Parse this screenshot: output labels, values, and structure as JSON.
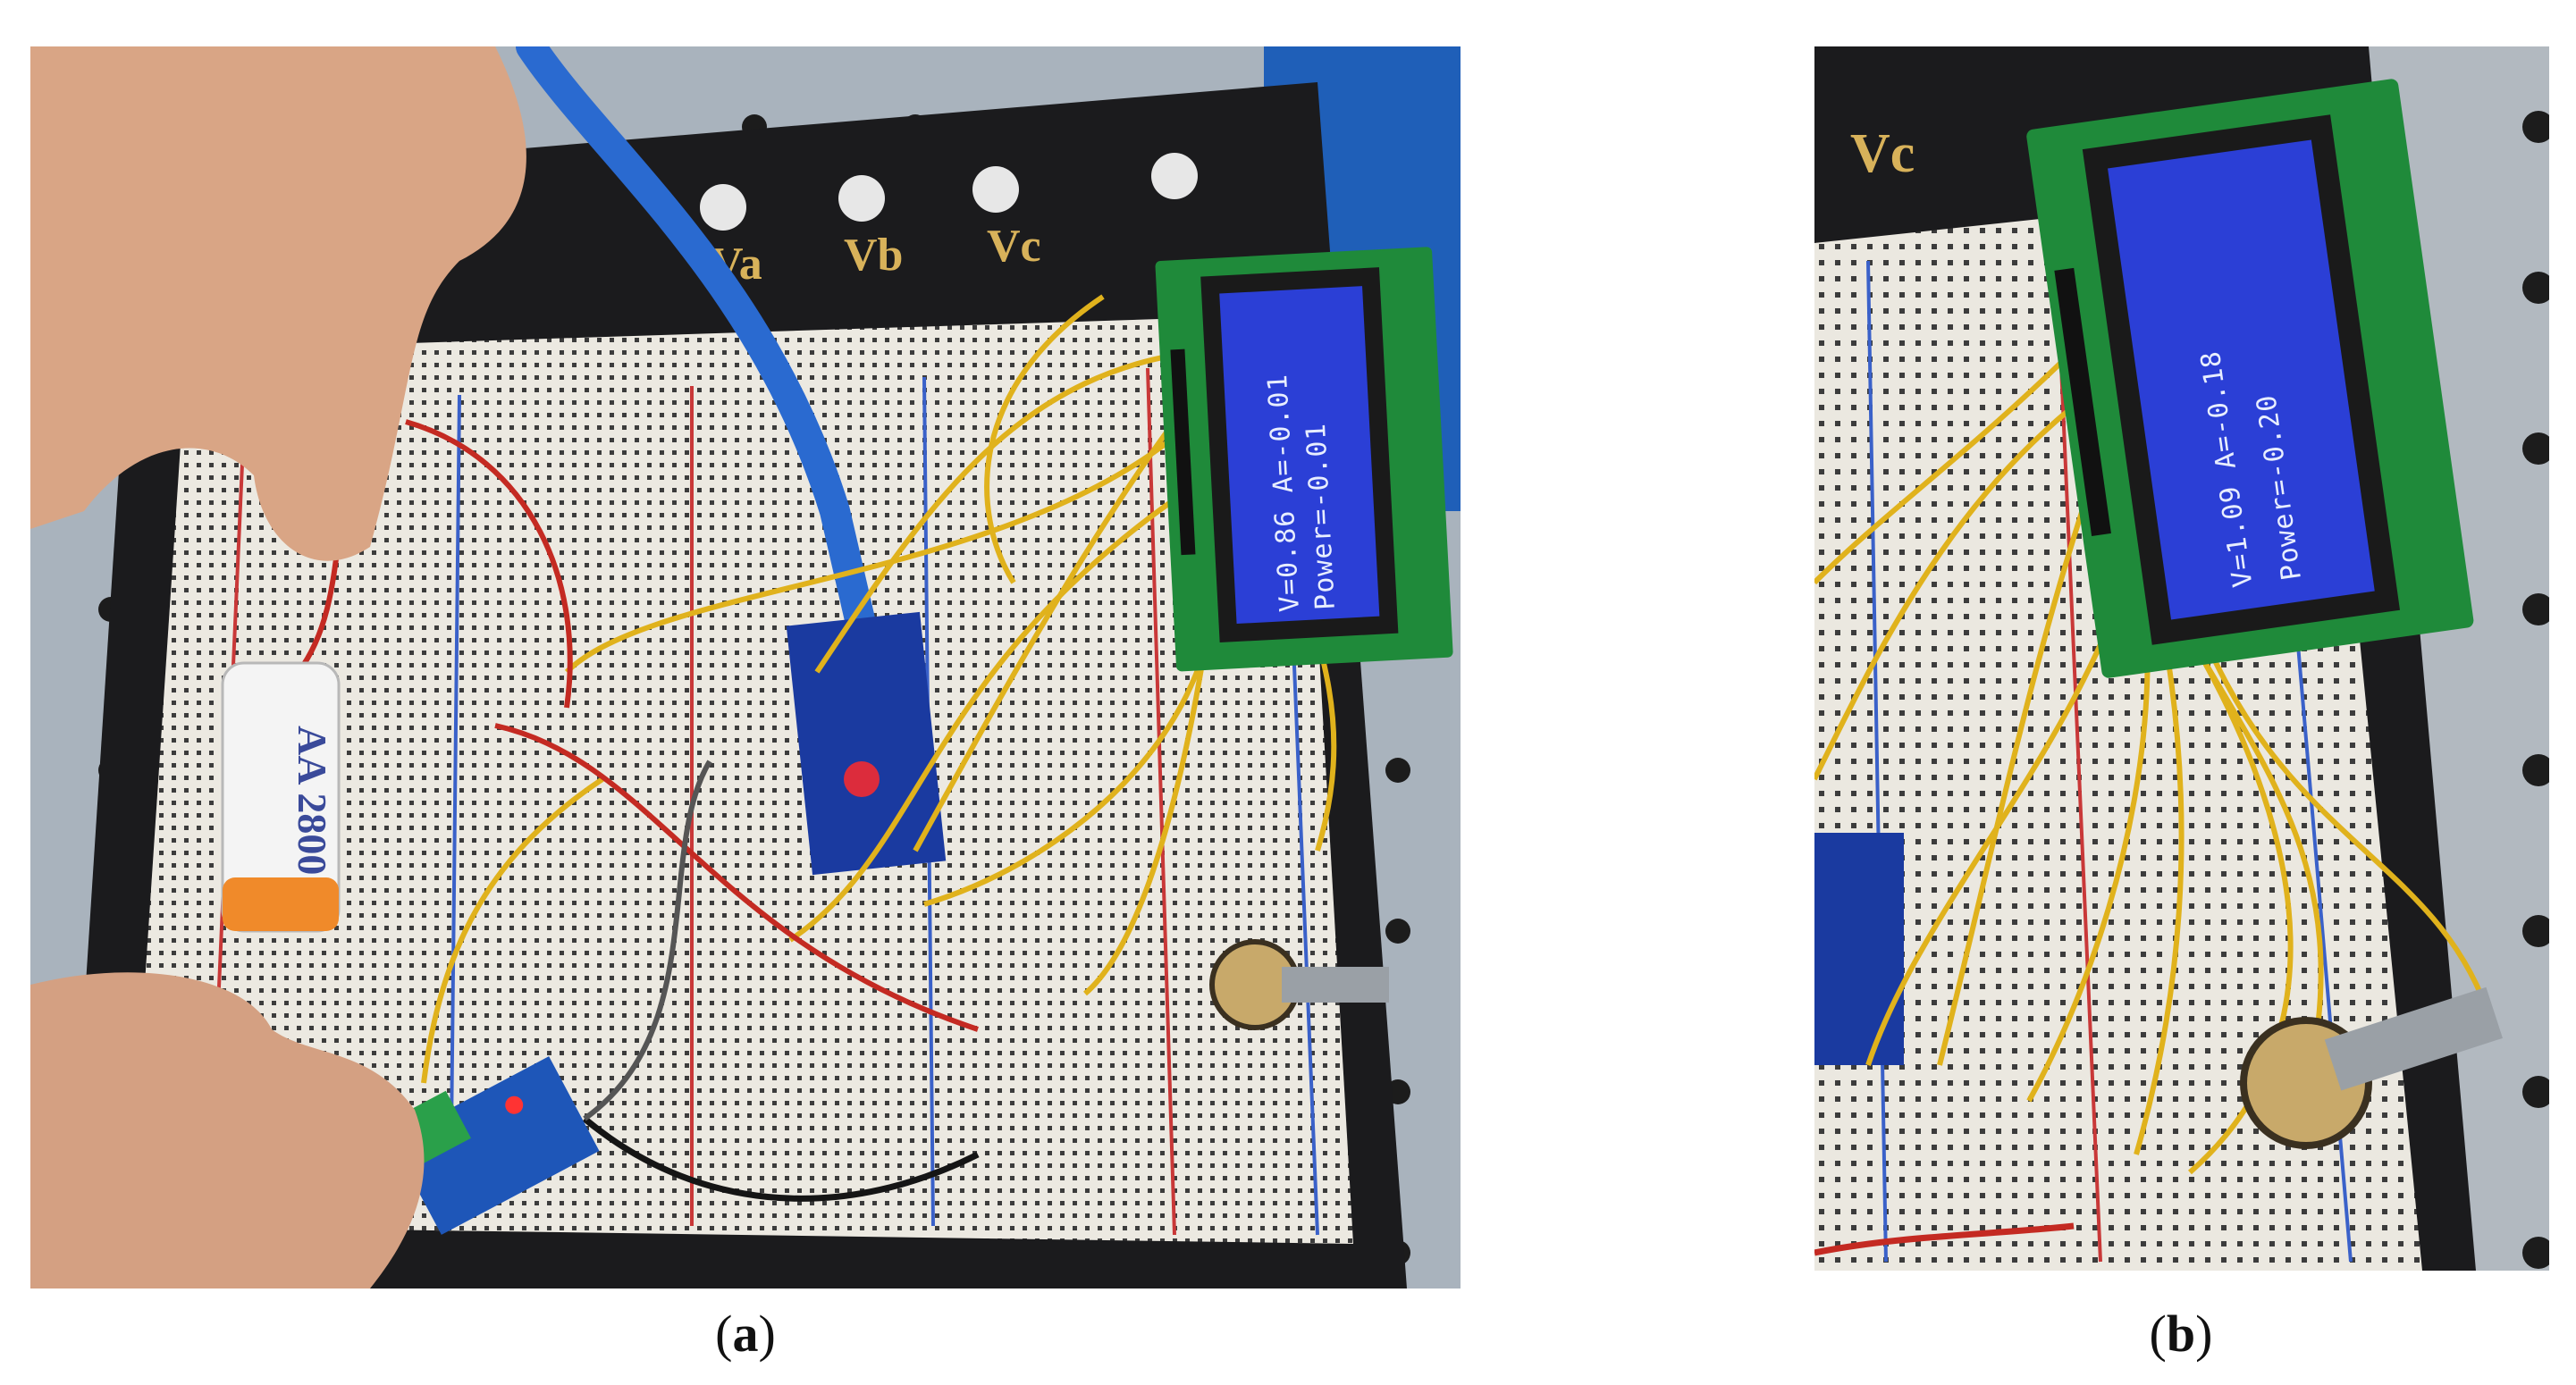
{
  "panels": [
    {
      "id": "a",
      "caption_letter": "a",
      "lcd_line1": "V=0.86 A=-0.01",
      "lcd_line2": "Power=-0.01",
      "board_labels": [
        "Va",
        "Vb",
        "Vc"
      ],
      "battery_label": "AA 2800"
    },
    {
      "id": "b",
      "caption_letter": "b",
      "lcd_line1": "V=1.09 A=-0.18",
      "lcd_line2": "Power=-0.20",
      "board_labels": [
        "Vc"
      ]
    }
  ],
  "colors": {
    "lcd_blue": "#2b3fd6",
    "pcb_green": "#1f8a3a",
    "wire_yellow": "#e0b21c",
    "wire_red": "#c42a22",
    "usb_blue": "#2a6ad0",
    "plate_black": "#1b1b1d",
    "breadboard": "#eceae3"
  }
}
